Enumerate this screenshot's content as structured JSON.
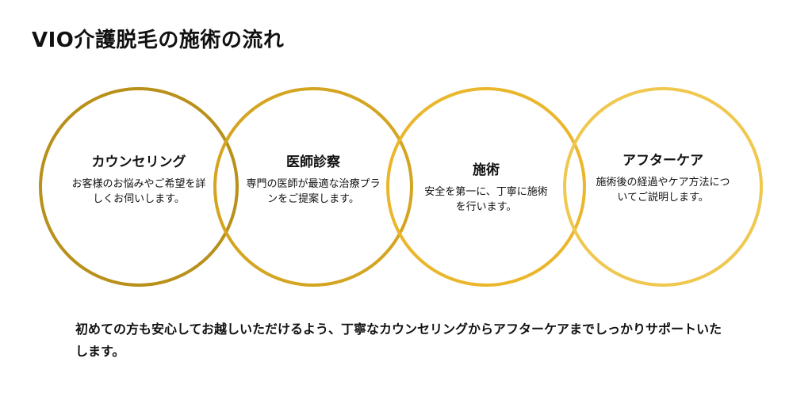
{
  "title": "VIO介護脱毛の施術の流れ",
  "steps": [
    {
      "heading": "カウンセリング",
      "text": "お客様のお悩みやご希望を詳しくお伺いします。",
      "color": "#b8901a"
    },
    {
      "heading": "医師診察",
      "text": "専門の医師が最適な治療プランをご提案します。",
      "color": "#d4a520"
    },
    {
      "heading": "施術",
      "text": "安全を第一に、丁寧に施術を行います。",
      "color": "#eab72c"
    },
    {
      "heading": "アフターケア",
      "text": "施術後の経過やケア方法についてご説明します。",
      "color": "#f0c850"
    }
  ],
  "footer": "初めての方も安心してお越しいただけるよう、丁寧なカウンセリングからアフターケアまでしっかりサポートいたします。"
}
